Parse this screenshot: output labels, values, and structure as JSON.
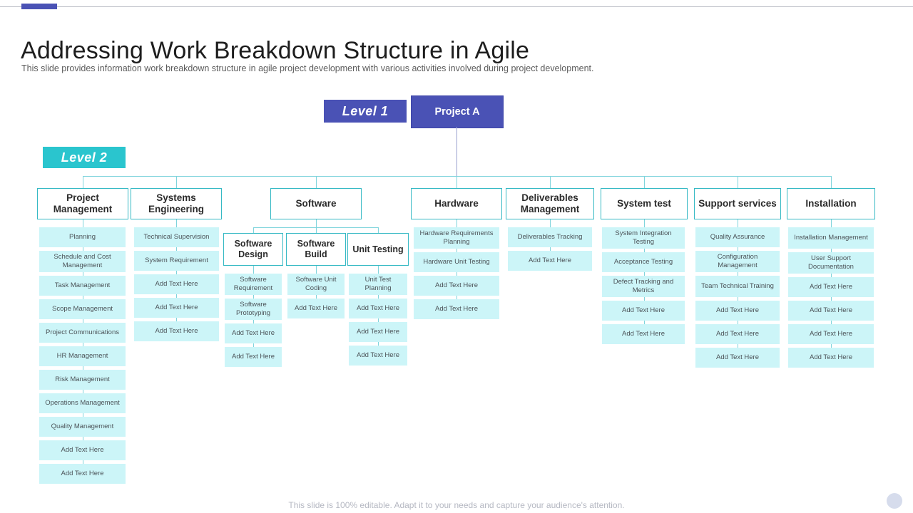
{
  "header": {
    "title": "Addressing Work Breakdown Structure in Agile",
    "subtitle": "This slide provides information work breakdown structure in agile project development with various activities involved during project development."
  },
  "footer": {
    "note": "This slide is 100% editable. Adapt it to your needs and capture your audience's attention."
  },
  "colors": {
    "accent_blue": "#4a52b5",
    "accent_teal": "#2ac5ce",
    "cell_fill": "#ccf5f8",
    "border_teal": "#35b9c4",
    "connector": "#7fd4dc"
  },
  "badges": {
    "level1": "Level 1",
    "level2": "Level 2"
  },
  "root": {
    "label": "Project A"
  },
  "branches": [
    {
      "label": "Project Management",
      "items": [
        "Planning",
        "Schedule and Cost Management",
        "Task Management",
        "Scope Management",
        "Project Communications",
        "HR Management",
        "Risk Management",
        "Operations Management",
        "Quality Management",
        "Add Text Here",
        "Add Text Here"
      ]
    },
    {
      "label": "Systems Engineering",
      "items": [
        "Technical Supervision",
        "System Requirement",
        "Add Text Here",
        "Add Text Here",
        "Add Text Here"
      ]
    },
    {
      "label": "Software",
      "children": [
        {
          "label": "Software Design",
          "items": [
            "Software Requirement",
            "Software Prototyping",
            "Add Text Here",
            "Add Text Here"
          ]
        },
        {
          "label": "Software Build",
          "items": [
            "Software Unit Coding",
            "Add Text Here"
          ]
        },
        {
          "label": "Unit Testing",
          "items": [
            "Unit Test Planning",
            "Add Text Here",
            "Add Text Here",
            "Add Text Here"
          ]
        }
      ]
    },
    {
      "label": "Hardware",
      "items": [
        "Hardware Requirements Planning",
        "Hardware Unit Testing",
        "Add Text Here",
        "Add Text Here"
      ]
    },
    {
      "label": "Deliverables Management",
      "items": [
        "Deliverables Tracking",
        "Add Text Here"
      ]
    },
    {
      "label": "System test",
      "items": [
        "System Integration Testing",
        "Acceptance Testing",
        "Defect Tracking and Metrics",
        "Add Text Here",
        "Add Text Here"
      ]
    },
    {
      "label": "Support services",
      "items": [
        "Quality Assurance",
        "Configuration Management",
        "Team Technical Training",
        "Add Text Here",
        "Add Text Here",
        "Add Text Here"
      ]
    },
    {
      "label": "Installation",
      "items": [
        "Installation Management",
        "User Support Documentation",
        "Add Text Here",
        "Add Text Here",
        "Add Text Here",
        "Add Text Here"
      ]
    }
  ]
}
